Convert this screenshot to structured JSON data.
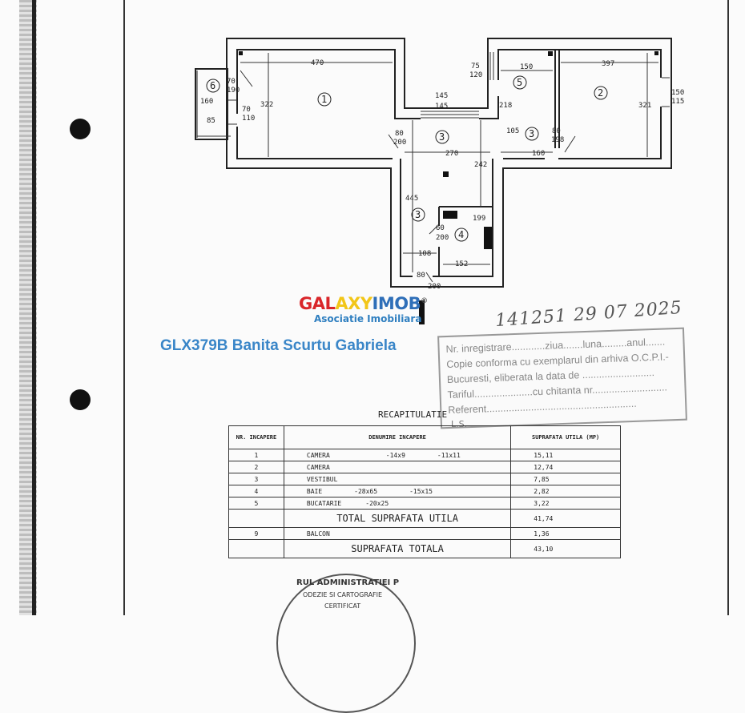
{
  "plan": {
    "rooms": [
      "1",
      "2",
      "3",
      "3",
      "3",
      "4",
      "5",
      "6"
    ],
    "dims": [
      "470",
      "322",
      "160",
      "85",
      "70",
      "190",
      "70",
      "110",
      "80",
      "200",
      "145",
      "145",
      "75",
      "120",
      "150",
      "218",
      "397",
      "321",
      "150",
      "115",
      "105",
      "80",
      "198",
      "270",
      "160",
      "242",
      "445",
      "199",
      "60",
      "200",
      "108",
      "152",
      "80",
      "200"
    ]
  },
  "logo": {
    "brand_a": "GAL",
    "brand_b": "AXY",
    "brand_c": "IMOB",
    "registered": "®",
    "subtitle": "Asociatie Imobiliara"
  },
  "listing_caption": "GLX379B  Banita Scurtu Gabriela",
  "stamp": {
    "handwritten": "141251  29  07  2025",
    "lines": [
      "Nr. inregistrare............ziua.......luna.........anul.......",
      "Copie conforma cu exemplarul din arhiva O.C.P.I.-",
      "Bucuresti, eliberata la data de ..........................",
      "Tariful.....................cu chitanta nr...........................",
      "Referent......................................................"
    ],
    "initials": "L.S."
  },
  "recap": {
    "title": "RECAPITULATIE",
    "headers": [
      "NR. INCAPERE",
      "DENUMIRE INCAPERE",
      "SUPRAFATA UTILA (MP)"
    ],
    "rows": [
      {
        "nr": "1",
        "name": "CAMERA",
        "extra1": "-14x9",
        "extra2": "-11x11",
        "area": "15,11"
      },
      {
        "nr": "2",
        "name": "CAMERA",
        "extra1": "",
        "extra2": "",
        "area": "12,74"
      },
      {
        "nr": "3",
        "name": "VESTIBUL",
        "extra1": "",
        "extra2": "",
        "area": "7,85"
      },
      {
        "nr": "4",
        "name": "BAIE",
        "extra1": "-28x65",
        "extra2": "-15x15",
        "area": "2,82"
      },
      {
        "nr": "5",
        "name": "BUCATARIE",
        "extra1": "-20x25",
        "extra2": "",
        "area": "3,22"
      }
    ],
    "total_useful_label": "TOTAL  SUPRAFATA UTILA",
    "total_useful": "41,74",
    "balcony": {
      "nr": "9",
      "name": "BALCON",
      "area": "1,36"
    },
    "total_label": "SUPRAFATA TOTALA",
    "total": "43,10"
  },
  "seal": {
    "line1": "RUL ADMINISTRATIEI P",
    "line2": "ODEZIE SI CARTOGRAFIE",
    "line3": "CERTIFICAT"
  }
}
